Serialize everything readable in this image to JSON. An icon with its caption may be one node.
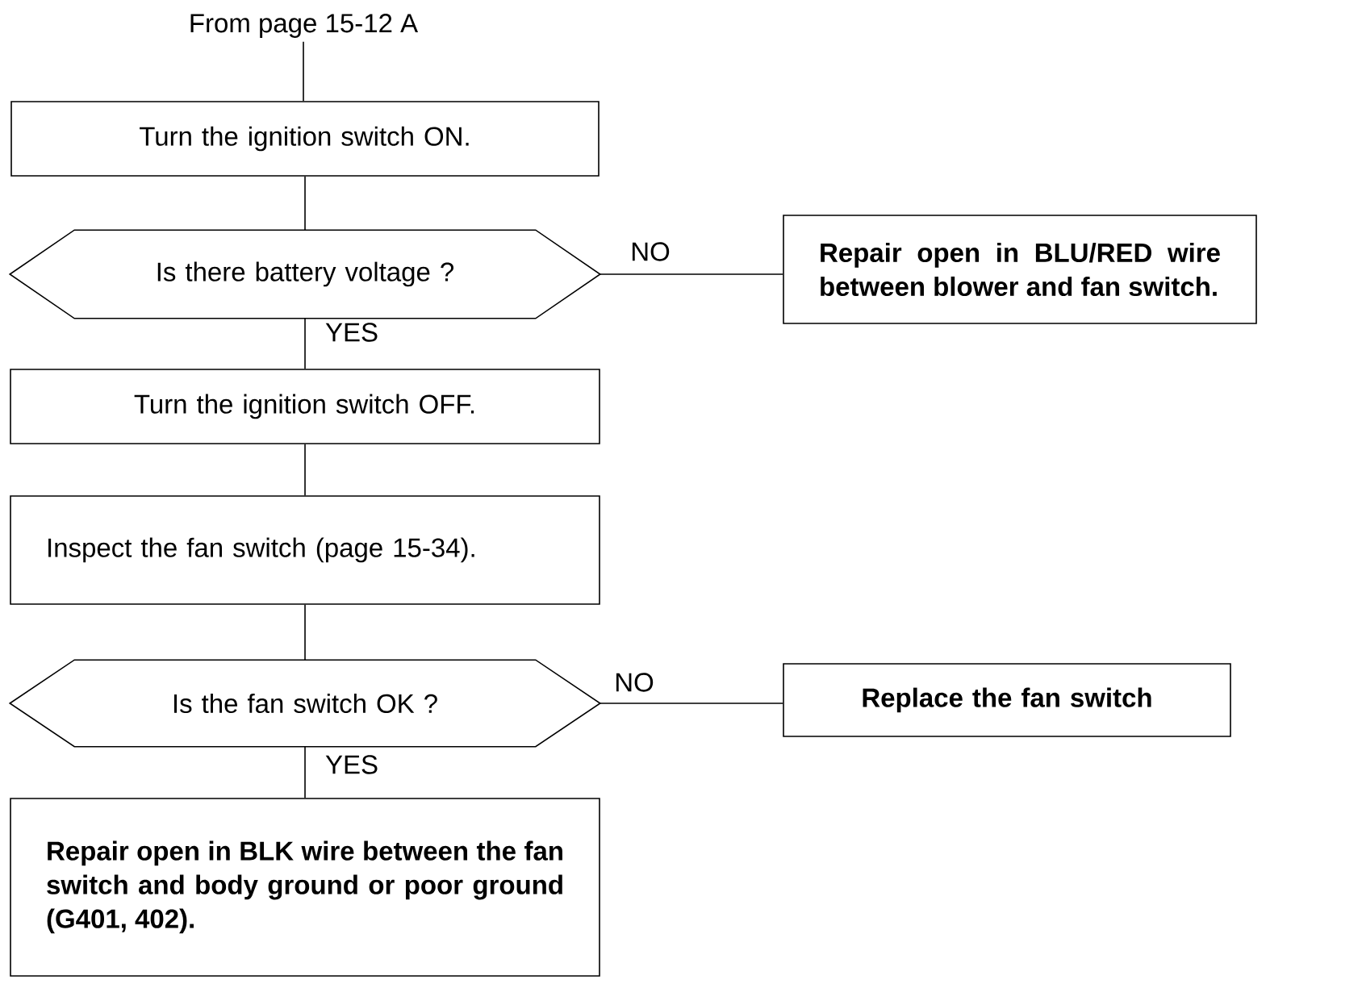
{
  "diagram": {
    "nodes": [
      {
        "text": [
          "From page 15-12 A"
        ]
      },
      {
        "text": [
          "Turn the ignition switch ON."
        ]
      },
      {
        "text": [
          "Is there battery voltage ?"
        ]
      },
      {
        "text": [
          "Repair open in BLU/RED wire between blower and fan switch."
        ]
      },
      {
        "text": [
          "Turn the ignition switch OFF."
        ]
      },
      {
        "text": [
          "Inspect the fan switch (page 15-34)."
        ]
      },
      {
        "text": [
          "Is the fan switch OK ?"
        ]
      },
      {
        "text": [
          "Replace the fan switch"
        ]
      },
      {
        "text": [
          "Repair open in BLK wire between the fan switch and body ground or poor ground (G401, 402)."
        ]
      }
    ],
    "edges": [
      {
        "from": 0,
        "to": 1,
        "arrow": "none"
      },
      {
        "from": 1,
        "to": 2,
        "arrow": "none"
      },
      {
        "from": 2,
        "to": 3,
        "arrow": "none",
        "label": "NO"
      },
      {
        "from": 2,
        "to": 4,
        "arrow": "none",
        "label": "YES"
      },
      {
        "from": 4,
        "to": 5,
        "arrow": "none"
      },
      {
        "from": 5,
        "to": 6,
        "arrow": "none"
      },
      {
        "from": 6,
        "to": 7,
        "arrow": "none",
        "label": "NO"
      },
      {
        "from": 6,
        "to": 8,
        "arrow": "none",
        "label": "YES"
      }
    ]
  }
}
